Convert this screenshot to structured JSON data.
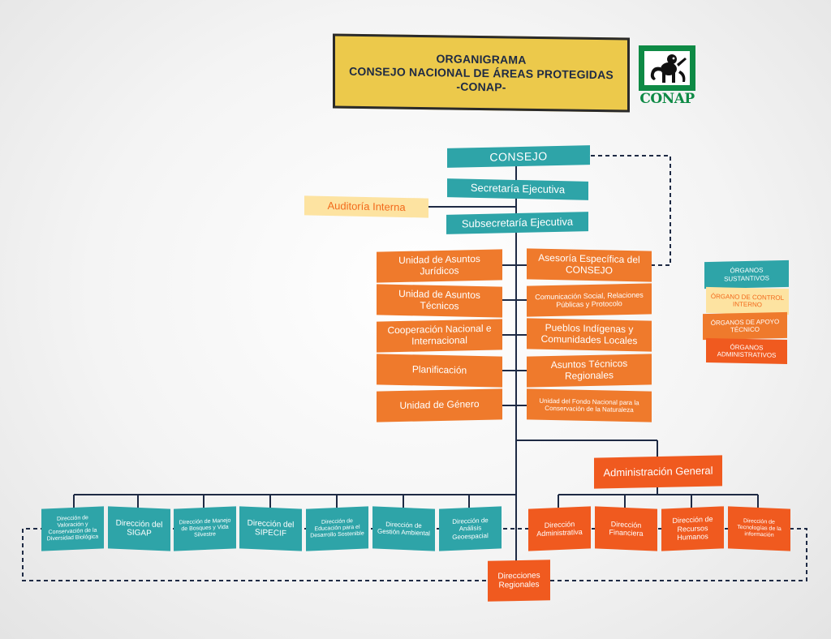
{
  "header": {
    "title_line1": "ORGANIGRAMA",
    "title_line2": "CONSEJO NACIONAL DE ÁREAS PROTEGIDAS",
    "title_line3": "-CONAP-",
    "logo_text": "CONAP"
  },
  "top": {
    "consejo": "CONSEJO",
    "secretaria": "Secretaría Ejecutiva",
    "auditoria": "Auditoría Interna",
    "subsecretaria": "Subsecretaría Ejecutiva"
  },
  "left_units": [
    "Unidad de Asuntos Jurídicos",
    "Unidad de Asuntos Técnicos",
    "Cooperación Nacional e Internacional",
    "Planificación",
    "Unidad de Género"
  ],
  "right_units": [
    "Asesoría Específica del CONSEJO",
    "Comunicación Social, Relaciones Públicas y Protocolo",
    "Pueblos Indígenas y Comunidades Locales",
    "Asuntos Técnicos Regionales",
    "Unidad del Fondo Nacional para la Conservación de la Naturaleza"
  ],
  "admin_general": "Administración General",
  "teal_direcciones": [
    "Dirección de Valoración y Conservación de la Diversidad Biológica",
    "Dirección del SIGAP",
    "Dirección de Manejo de Bosques y Vida Silvestre",
    "Dirección del SIPECIF",
    "Dirección de Educación para el Desarrollo Sostenible",
    "Dirección de Gestión Ambiental",
    "Dirección de Análisis Geoespacial"
  ],
  "admin_direcciones": [
    "Dirección Administrativa",
    "Dirección Financiera",
    "Dirección de Recursos Humanos",
    "Dirección de Tecnologías de la información"
  ],
  "regionales": "Direcciones Regionales",
  "legend": {
    "sustantivos": "ÓRGANOS SUSTANTIVOS",
    "control": "ÓRGANO DE CONTROL INTERNO",
    "apoyo": "ÓRGANOS DE APOYO TÉCNICO",
    "administrativos": "ÓRGANOS ADMINISTRATIVOS"
  },
  "colors": {
    "sustantivo": "#2ea4a8",
    "control": "#fde3a1",
    "apoyo": "#ef7a2c",
    "administrativo": "#f05a1f",
    "lines": "#1e2a44"
  }
}
